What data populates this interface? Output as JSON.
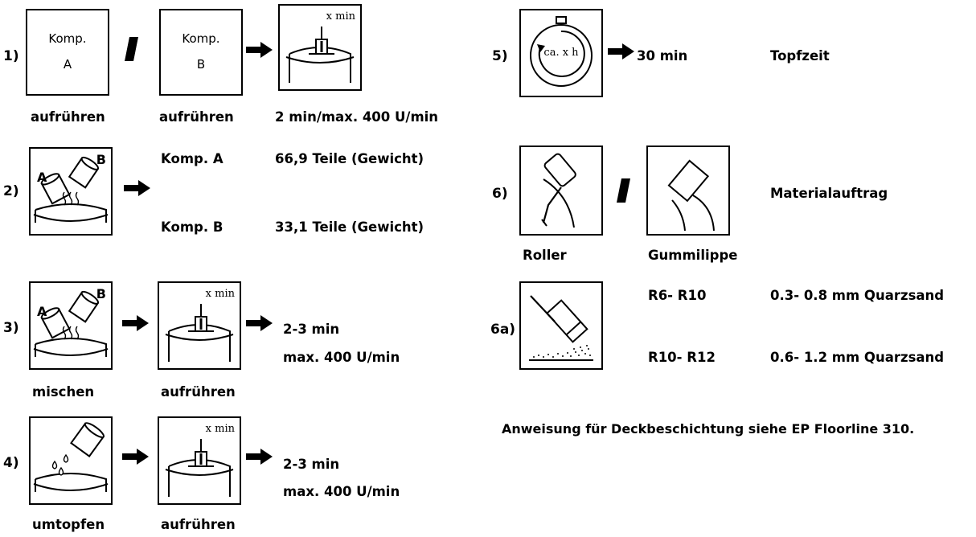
{
  "steps": {
    "s1": {
      "num": "1)",
      "kompA": [
        "Komp.",
        "A"
      ],
      "kompB": [
        "Komp.",
        "B"
      ],
      "mixer_text": "x min",
      "label_a": "aufrühren",
      "label_b": "aufrühren",
      "info": "2 min/max. 400 U/min"
    },
    "s2": {
      "num": "2)",
      "pour_a": "A",
      "pour_b": "B",
      "row1_name": "Komp. A",
      "row1_val": "66,9 Teile (Gewicht)",
      "row2_name": "Komp. B",
      "row2_val": "33,1 Teile (Gewicht)"
    },
    "s3": {
      "num": "3)",
      "pour_a": "A",
      "pour_b": "B",
      "mixer_text": "x min",
      "line1": "2-3 min",
      "line2": "max. 400 U/min",
      "label_a": "mischen",
      "label_b": "aufrühren"
    },
    "s4": {
      "num": "4)",
      "mixer_text": "x min",
      "line1": "2-3 min",
      "line2": "max. 400 U/min",
      "label_a": "umtopfen",
      "label_b": "aufrühren"
    },
    "s5": {
      "num": "5)",
      "timer_text": "ca. x h",
      "value": "30 min",
      "label": "Topfzeit"
    },
    "s6": {
      "num": "6)",
      "label": "Materialauftrag",
      "tool_a": "Roller",
      "tool_b": "Gummilippe"
    },
    "s6a": {
      "num": "6a)",
      "row1_name": "R6- R10",
      "row1_val": "0.3- 0.8 mm Quarzsand",
      "row2_name": "R10- R12",
      "row2_val": "0.6- 1.2 mm Quarzsand"
    },
    "note": "Anweisung für Deckbeschichtung siehe EP Floorline 310."
  }
}
